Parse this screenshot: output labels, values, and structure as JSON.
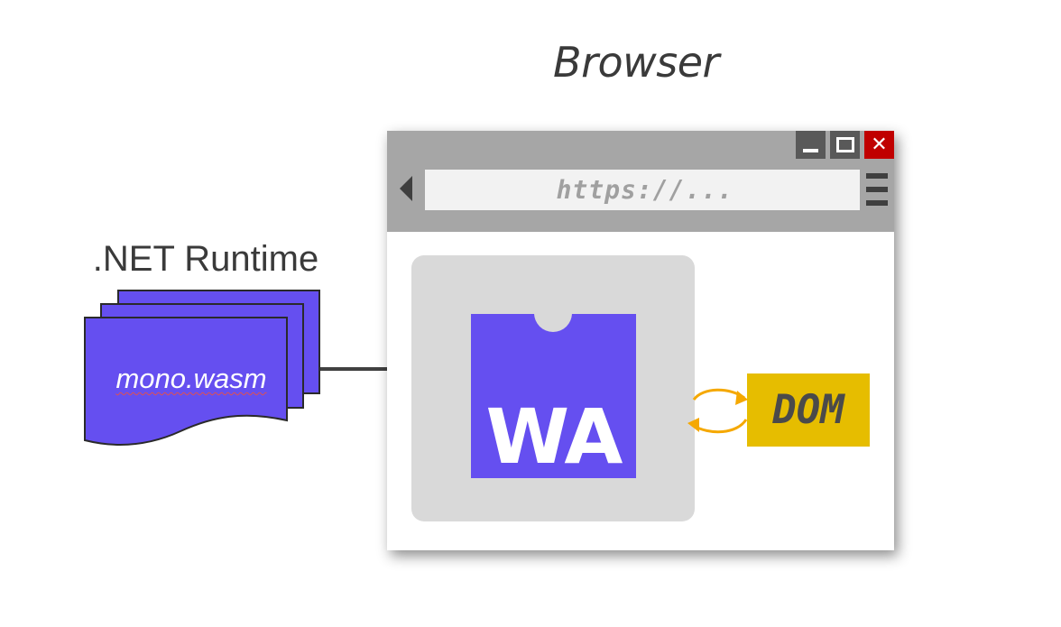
{
  "browser": {
    "title": "Browser",
    "url_text": "https://...",
    "colors": {
      "chrome": "#a6a6a6",
      "url_bar": "#f2f2f2",
      "close_button": "#c00000",
      "window_buttons": "#595959"
    }
  },
  "webassembly": {
    "logo_text": "WA",
    "color": "#654ff0"
  },
  "dom": {
    "label": "DOM",
    "color": "#e6bd00"
  },
  "runtime": {
    "title": ".NET Runtime",
    "file_label": "mono.wasm",
    "color": "#654ff0"
  },
  "connectors": {
    "line_color": "#404040",
    "arrow_color": "#f5a800"
  },
  "icons": [
    "minimize-icon",
    "maximize-icon",
    "close-icon",
    "back-arrow-icon",
    "menu-icon"
  ]
}
